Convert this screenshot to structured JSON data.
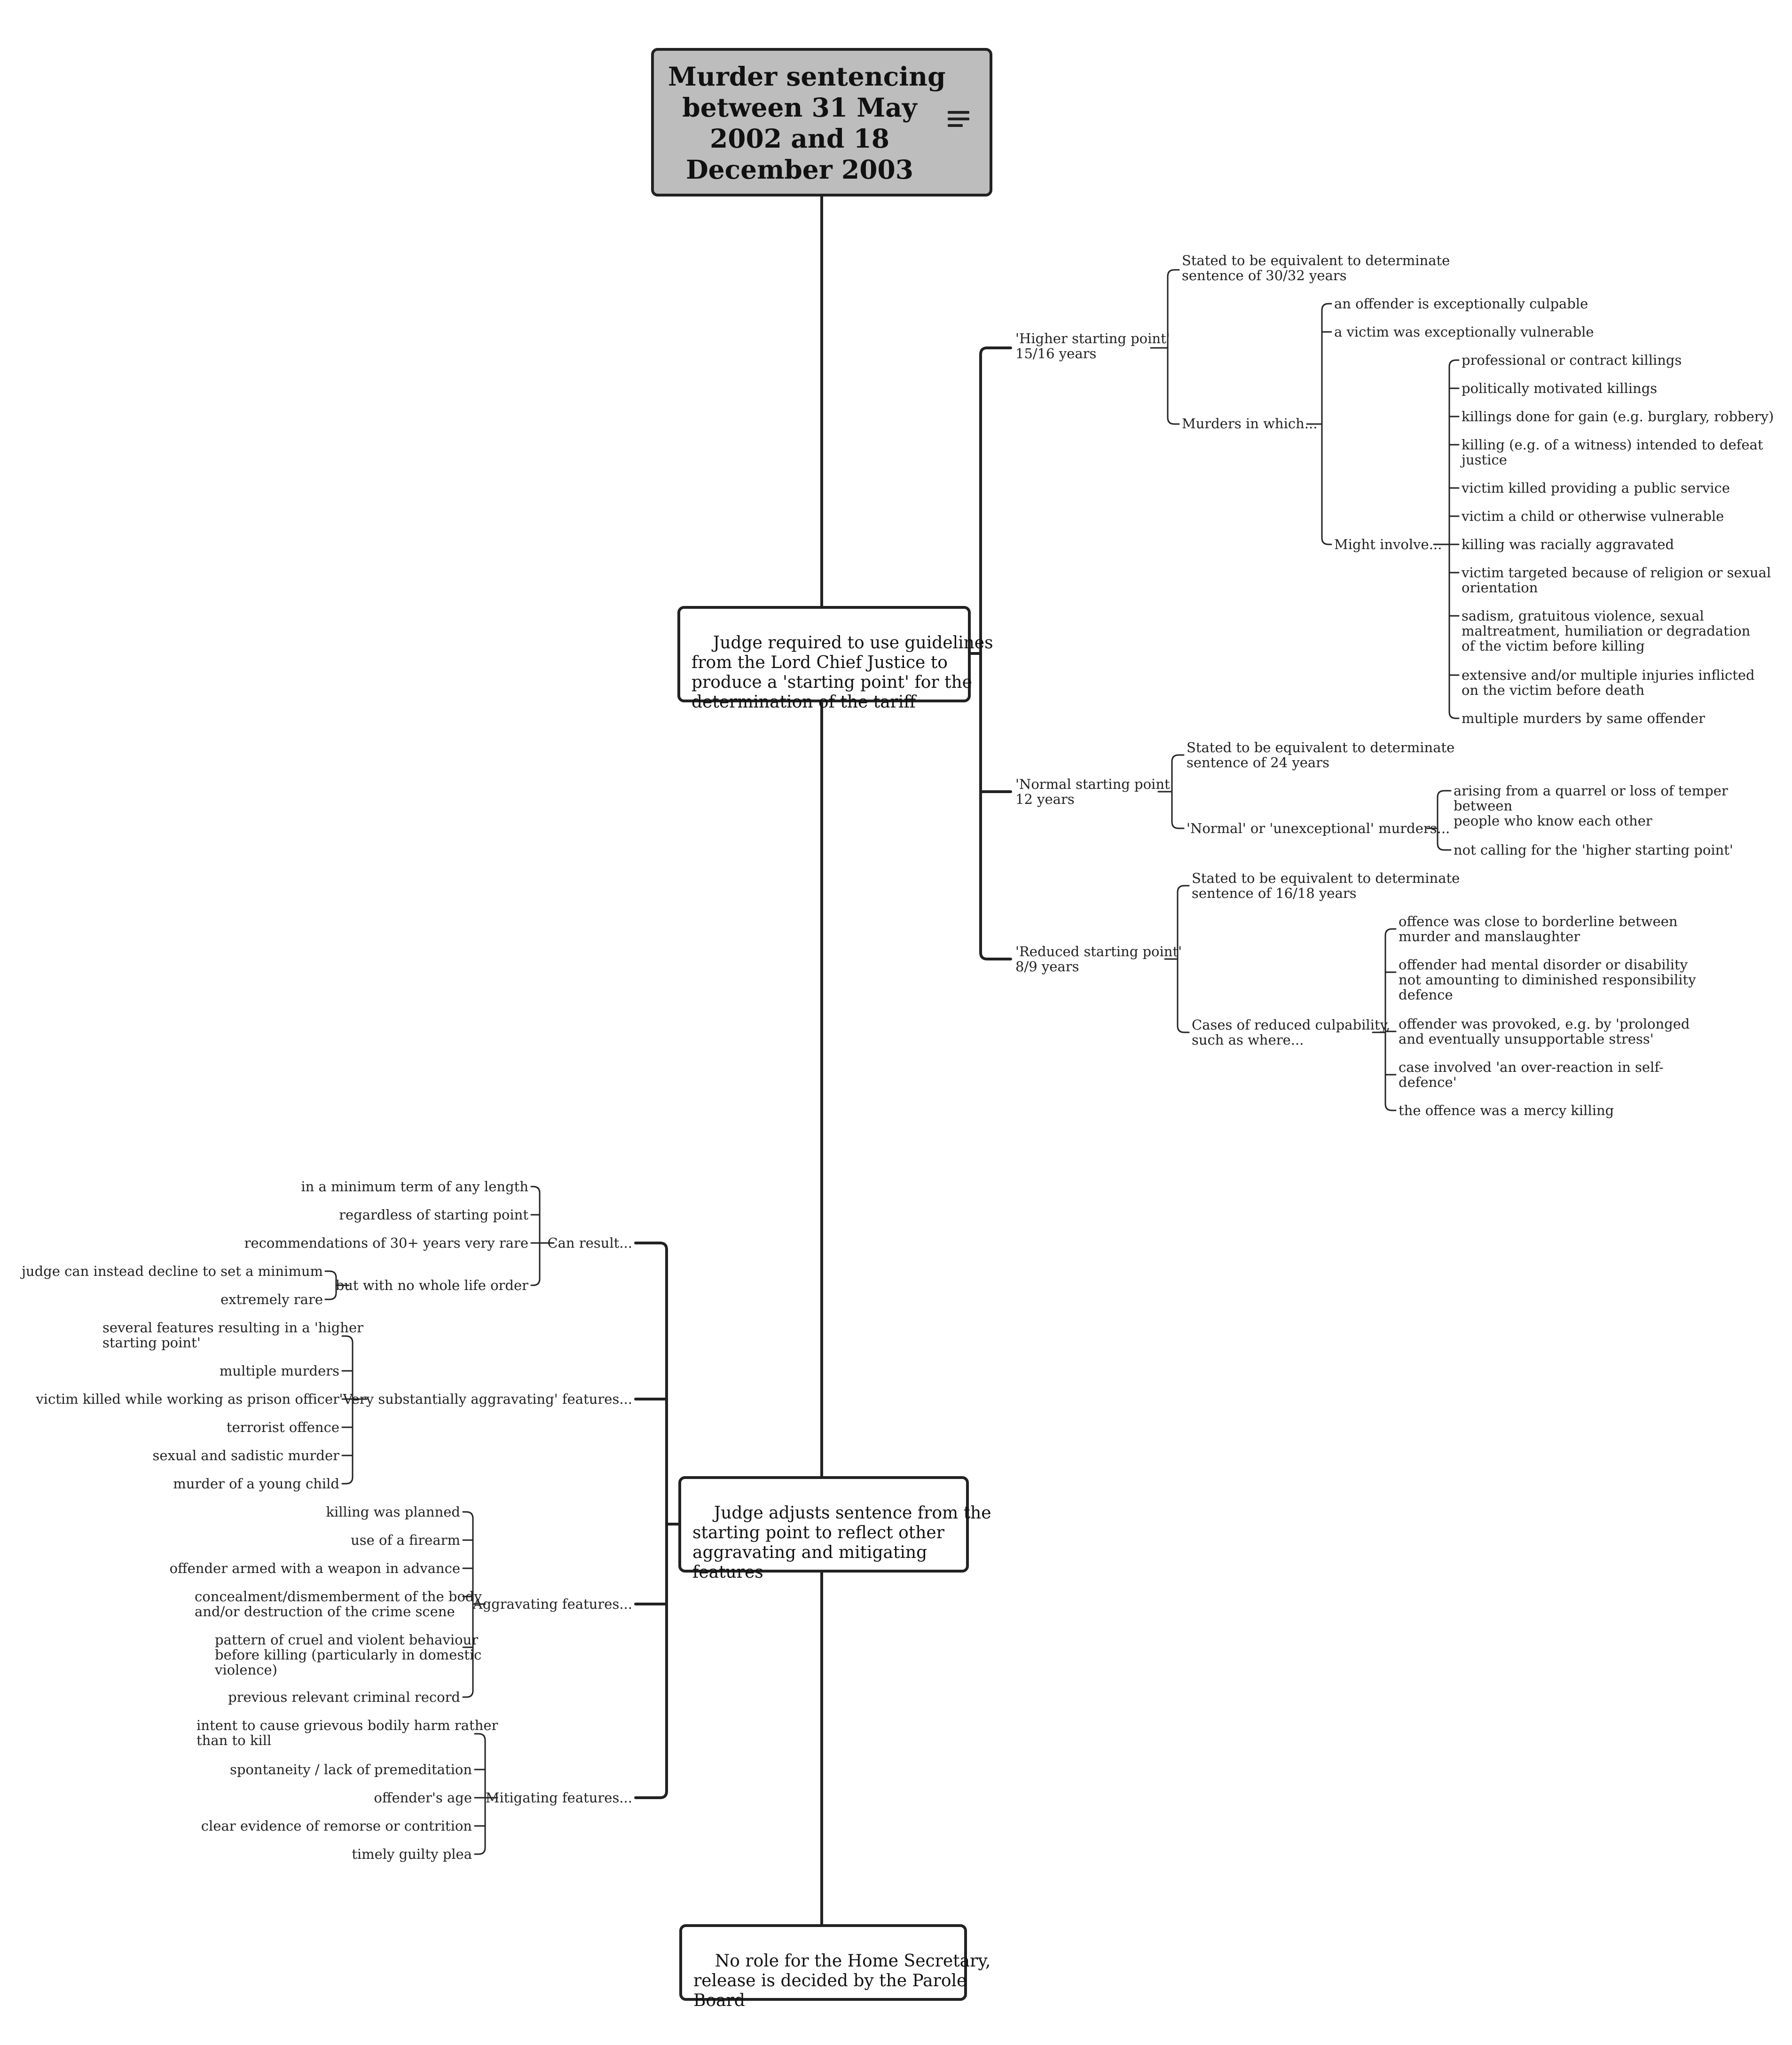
{
  "root": {
    "title": "Murder sentencing\nbetween 31 May\n2002 and 18\nDecember 2003",
    "icon": "menu-lines-icon"
  },
  "main_nodes": [
    "Judge required to use guidelines\nfrom the Lord Chief Justice to\nproduce a 'starting point' for the\ndetermination of the tariff",
    "Judge adjusts sentence from the\nstarting point to reflect other\naggravating and mitigating\nfeatures",
    "No role for the Home Secretary,\nrelease is decided by the Parole\nBoard"
  ],
  "higher": {
    "label": "'Higher starting point'\n15/16 years",
    "equivalent": "Stated to be equivalent to determinate\nsentence of 30/32 years",
    "murders_in_which": "Murders in which...",
    "culpable": "an offender is exceptionally culpable",
    "vulnerable": "a victim was exceptionally vulnerable",
    "might_involve": "Might involve...",
    "involve_items": [
      "professional or contract killings",
      "politically motivated killings",
      "killings done for gain (e.g. burglary, robbery)",
      "killing (e.g. of a witness) intended to defeat\njustice",
      "victim killed providing a public service",
      "victim a child or otherwise vulnerable",
      "killing was racially aggravated",
      "victim targeted because of religion or sexual\norientation",
      "sadism, gratuitous violence, sexual\nmaltreatment, humiliation or degradation\nof the victim before killing",
      "extensive and/or multiple injuries inflicted\non the victim before death",
      "multiple murders by same offender"
    ]
  },
  "normal": {
    "label": "'Normal starting point'\n12 years",
    "equivalent": "Stated to be equivalent to determinate\nsentence of 24 years",
    "murders": "'Normal' or 'unexceptional' murders...",
    "items": [
      "arising from a quarrel or loss of temper\nbetween\npeople who know each other",
      "not calling for the 'higher starting point'"
    ]
  },
  "reduced": {
    "label": "'Reduced starting point'\n8/9 years",
    "equivalent": "Stated to be equivalent to determinate\nsentence of 16/18 years",
    "cases": "Cases of reduced culpability,\nsuch as where...",
    "items": [
      "offence was close to borderline between\nmurder and manslaughter",
      "offender had mental disorder or disability\nnot amounting to diminished responsibility\ndefence",
      "offender was provoked, e.g. by 'prolonged\nand eventually unsupportable stress'",
      "case involved 'an over-reaction in self-\ndefence'",
      "the offence was a mercy killing"
    ]
  },
  "can_result": {
    "label": "Can result...",
    "items": [
      "in a minimum term of any length",
      "regardless of starting point",
      "recommendations of 30+ years very rare",
      "but with no whole life order"
    ],
    "whole_life_items": [
      "judge can instead decline to set a minimum",
      "extremely rare"
    ]
  },
  "very_aggravating": {
    "label": "'Very substantially aggravating' features...",
    "items": [
      "several features resulting in a 'higher\nstarting point'",
      "multiple murders",
      "victim killed while working as prison officer",
      "terrorist offence",
      "sexual and sadistic murder",
      "murder of a young child"
    ]
  },
  "aggravating": {
    "label": "Aggravating features...",
    "items": [
      "killing was planned",
      "use of a firearm",
      "offender armed with a weapon in advance",
      "concealment/dismemberment of the body\nand/or destruction of the crime scene",
      "pattern of cruel and violent behaviour\nbefore killing (particularly in domestic\nviolence)",
      "previous relevant criminal record"
    ]
  },
  "mitigating": {
    "label": "Mitigating features...",
    "items": [
      "intent to cause grievous bodily harm rather\nthan to kill",
      "spontaneity / lack of premeditation",
      "offender's age",
      "clear evidence of remorse or contrition",
      "timely guilty plea"
    ]
  }
}
